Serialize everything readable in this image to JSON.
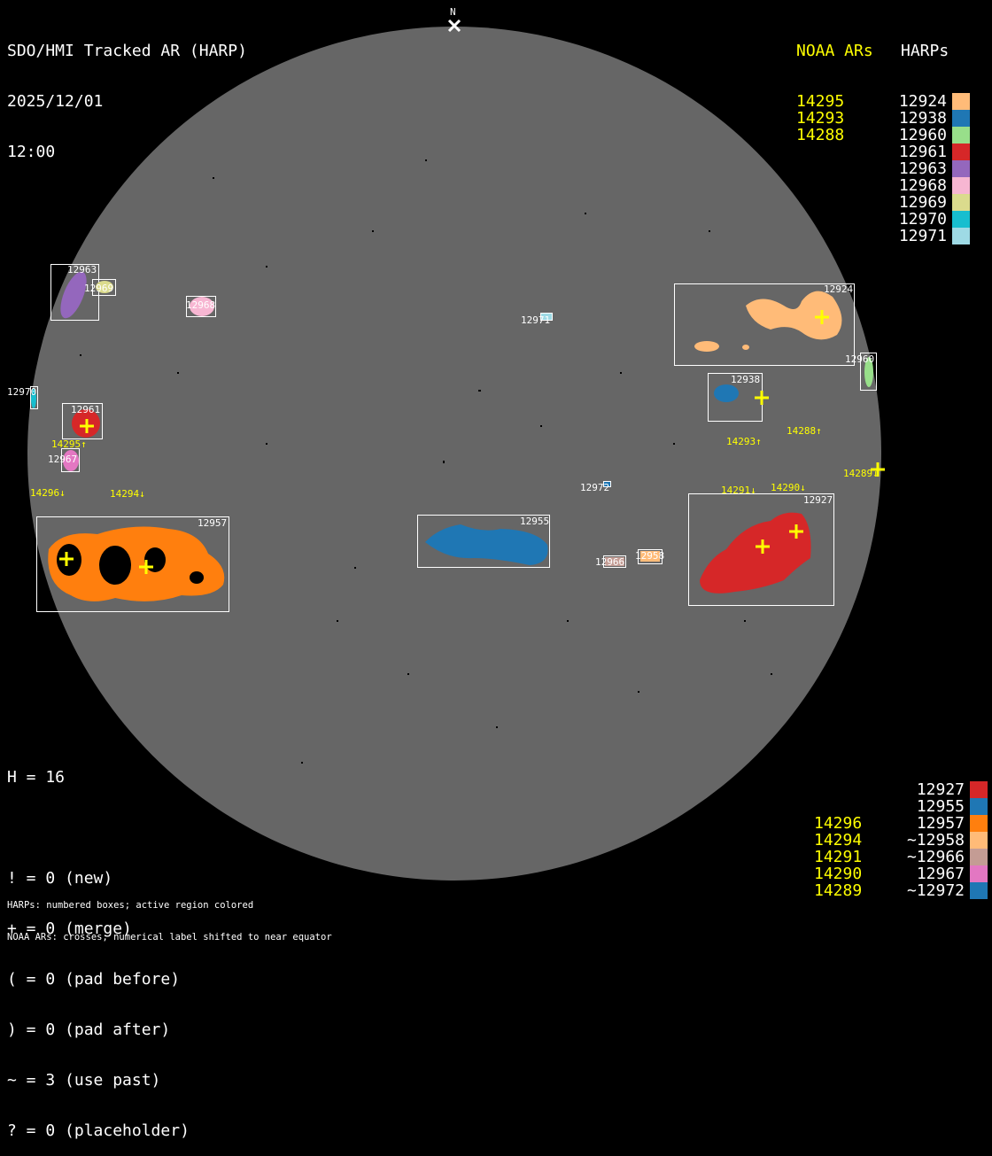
{
  "header": {
    "title": "SDO/HMI Tracked AR (HARP)",
    "date": "2025/12/01",
    "time": "12:00"
  },
  "north_label": "N",
  "legend_top": {
    "noaa_header": "NOAA ARs",
    "harp_header": "HARPs",
    "rows": [
      {
        "noaa": "14295",
        "harp": "12924",
        "color": "#ffbb78"
      },
      {
        "noaa": "14293",
        "harp": "12938",
        "color": "#1f77b4"
      },
      {
        "noaa": "14288",
        "harp": "12960",
        "color": "#98df8a"
      },
      {
        "noaa": "",
        "harp": "12961",
        "color": "#d62728"
      },
      {
        "noaa": "",
        "harp": "12963",
        "color": "#9467bd"
      },
      {
        "noaa": "",
        "harp": "12968",
        "color": "#f7b6d2"
      },
      {
        "noaa": "",
        "harp": "12969",
        "color": "#dbdb8d"
      },
      {
        "noaa": "",
        "harp": "12970",
        "color": "#17becf"
      },
      {
        "noaa": "",
        "harp": "12971",
        "color": "#9edae5"
      }
    ]
  },
  "legend_bottom": {
    "rows": [
      {
        "noaa": "",
        "harp": "12927",
        "color": "#d62728"
      },
      {
        "noaa": "",
        "harp": "12955",
        "color": "#1f77b4"
      },
      {
        "noaa": "14296",
        "harp": "12957",
        "color": "#ff7f0e"
      },
      {
        "noaa": "14294",
        "harp": "~12958",
        "color": "#ffbb78"
      },
      {
        "noaa": "14291",
        "harp": "~12966",
        "color": "#c49c94"
      },
      {
        "noaa": "14290",
        "harp": "12967",
        "color": "#e377c2"
      },
      {
        "noaa": "14289",
        "harp": "~12972",
        "color": "#1f77b4"
      }
    ]
  },
  "stats": {
    "h": "H = 16",
    "lines": [
      "! = 0 (new)",
      "+ = 0 (merge)",
      "( = 0 (pad before)",
      ") = 0 (pad after)",
      "~ = 3 (use past)",
      "? = 0 (placeholder)"
    ]
  },
  "notes": [
    "HARPs: numbered boxes; active region colored",
    "NOAA ARs: crosses; numerical label shifted to near equator"
  ],
  "disk_harps": {
    "h12963": "12963",
    "h12969": "12969",
    "h12968": "12968",
    "h12971": "12971",
    "h12924": "12924",
    "h12960": "12960",
    "h12938": "12938",
    "h12970": "12970",
    "h12961": "12961",
    "h12967": "12967",
    "h12957": "12957",
    "h12955": "12955",
    "h12972": "12972",
    "h12966": "12966",
    "h12958": "12958",
    "h12927": "12927"
  },
  "disk_noaa": {
    "n14295": "14295↑",
    "n14296": "14296↓",
    "n14294": "14294↓",
    "n14293": "14293↑",
    "n14288": "14288↑",
    "n14289": "14289↓",
    "n14291": "14291↓",
    "n14290": "14290↓"
  }
}
